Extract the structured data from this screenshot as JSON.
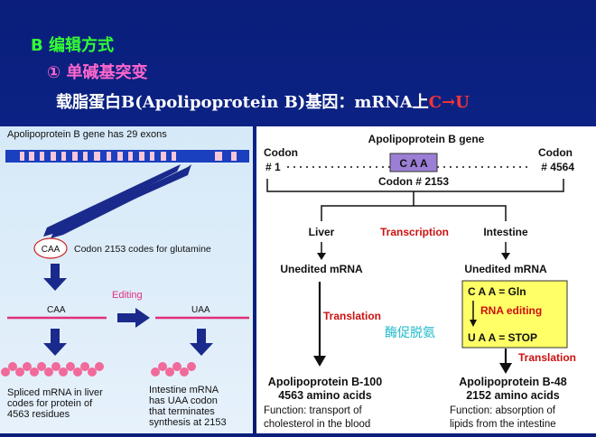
{
  "slide": {
    "title1": "B 编辑方式",
    "title2": "① 单碱基突变",
    "title3_prefix": "载脂蛋白B(Apolipoprotein B)基因：mRNA上",
    "title3_highlight": "C→U"
  },
  "left": {
    "gene_caption": "Apolipoprotein B gene has 29 exons",
    "caa_bubble": "CAA",
    "codon_note": "Codon 2153 codes for glutamine",
    "editing_label": "Editing",
    "caa_line": "CAA",
    "uaa_line": "UAA",
    "liver_note_1": "Spliced mRNA in liver",
    "liver_note_2": "codes for protein of",
    "liver_note_3": "4563 residues",
    "intestine_note_1": "Intestine mRNA",
    "intestine_note_2": "has UAA codon",
    "intestine_note_3": "that terminates",
    "intestine_note_4": "synthesis at 2153"
  },
  "right": {
    "gene_title": "Apolipoprotein B gene",
    "codon_left_1": "Codon",
    "codon_left_2": "# 1",
    "codon_right_1": "Codon",
    "codon_right_2": "# 4564",
    "caa_box": "C A A",
    "codon_2153": "Codon # 2153",
    "liver": "Liver",
    "transcription": "Transcription",
    "intestine": "Intestine",
    "unedited_left": "Unedited mRNA",
    "unedited_right": "Unedited mRNA",
    "caa_gln": "C A A = Gln",
    "rna_editing": "RNA editing",
    "uaa_stop": "U A A = STOP",
    "translation_left": "Translation",
    "translation_right": "Translation",
    "enzyme": "酶促脱氨",
    "apob100_1": "Apolipoprotein B-100",
    "apob100_2": "4563 amino acids",
    "apob48_1": "Apolipoprotein B-48",
    "apob48_2": "2152 amino acids",
    "func_left_1": "Function: transport of",
    "func_left_2": "cholesterol in the blood",
    "func_right_1": "Function: absorption of",
    "func_right_2": "lipids from the intestine"
  },
  "colors": {
    "background": "#0a1e7a",
    "title_green": "#33ff33",
    "title_pink": "#ff66cc",
    "highlight_red": "#ff3333",
    "arrow_navy": "#1a2a8c",
    "editing_pink": "#e0307a",
    "enzyme_cyan": "#22bbcc",
    "edit_box_yellow": "#ffff66",
    "codon_box_purple": "#9b7fd6"
  }
}
